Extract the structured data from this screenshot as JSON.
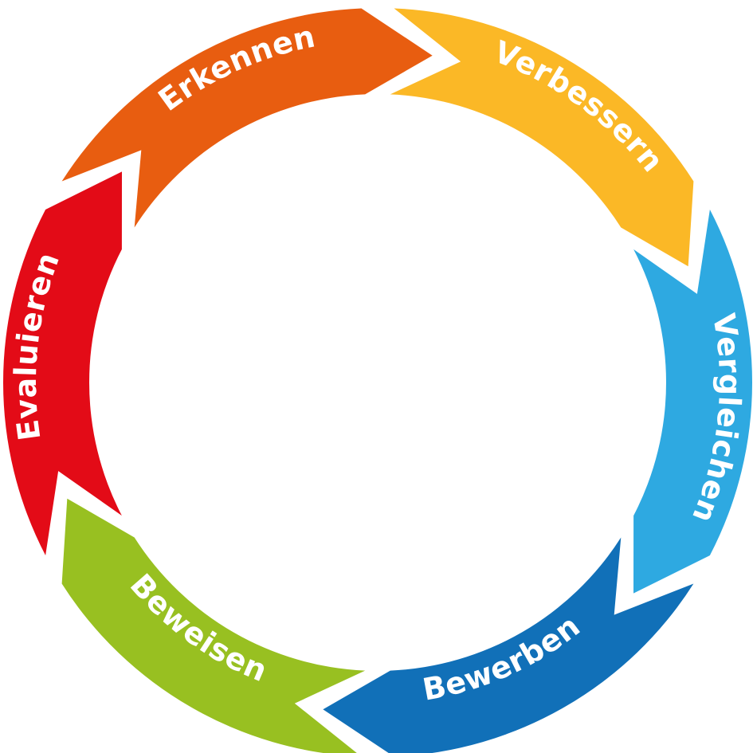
{
  "diagram": {
    "segments": [
      {
        "label": "Erkennen",
        "color": "#E85D10"
      },
      {
        "label": "Verbessern",
        "color": "#FBB826"
      },
      {
        "label": "Vergleichen",
        "color": "#2EA9E1"
      },
      {
        "label": "Bewerben",
        "color": "#1170B8"
      },
      {
        "label": "Beweisen",
        "color": "#98C021"
      },
      {
        "label": "Evaluieren",
        "color": "#E30B17"
      }
    ]
  }
}
